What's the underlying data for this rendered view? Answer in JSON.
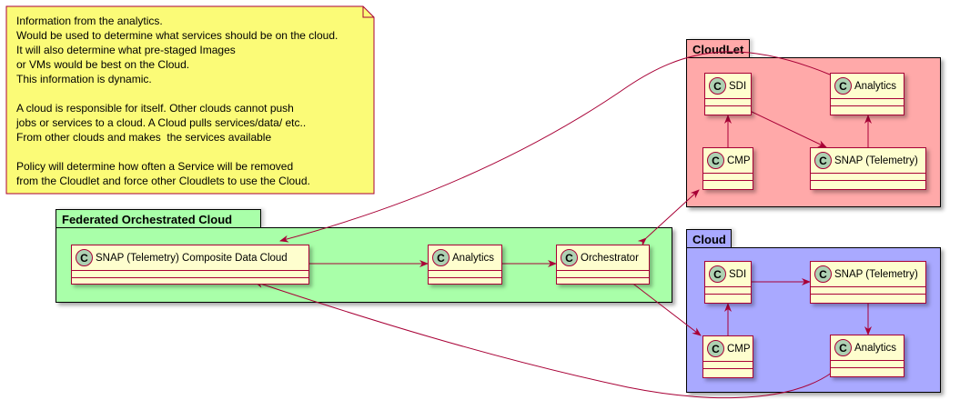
{
  "note": {
    "lines": [
      "Information from the analytics.",
      "Would be used to determine what services should be on the cloud.",
      "It will also determine what pre-staged Images",
      "or VMs would be best on the Cloud.",
      "This information is dynamic.",
      "",
      "A cloud is responsible for itself. Other clouds cannot push",
      "jobs or services to a cloud. A Cloud pulls services/data/ etc..",
      "From other clouds and makes  the services available",
      "",
      "Policy will determine how often a Service will be removed",
      "from the Cloudlet and force other Cloudlets to use the Cloud."
    ],
    "color": "#FBFB77"
  },
  "packages": {
    "federated": {
      "title": "Federated Orchestrated Cloud",
      "color": "#A9FFA9"
    },
    "cloudlet": {
      "title": "CloudLet",
      "color": "#FFA9A9"
    },
    "cloud": {
      "title": "Cloud",
      "color": "#A9A9FF"
    }
  },
  "class_marker": "C",
  "classes": {
    "snap_composite": "SNAP (Telemetry) Composite Data Cloud",
    "fed_analytics": "Analytics",
    "orchestrator": "Orchestrator",
    "cl_sdi": "SDI",
    "cl_analytics": "Analytics",
    "cl_cmp": "CMP",
    "cl_snap": "SNAP (Telemetry)",
    "cd_sdi": "SDI",
    "cd_snap": "SNAP (Telemetry)",
    "cd_cmp": "CMP",
    "cd_analytics": "Analytics"
  },
  "colors": {
    "class_fill": "#FEFECE",
    "class_border": "#A80036",
    "class_circle": "#ADD1B2",
    "edge": "#A80036"
  }
}
